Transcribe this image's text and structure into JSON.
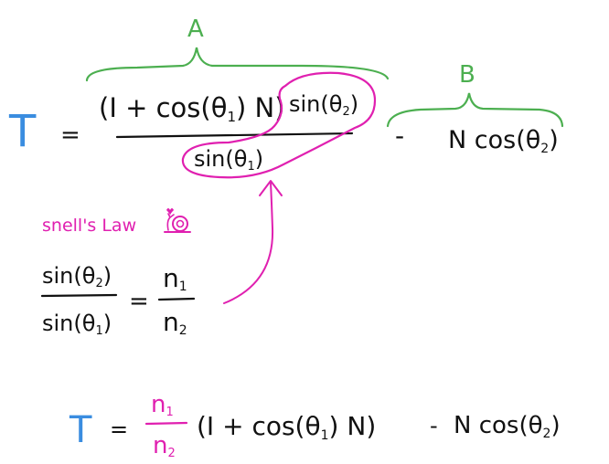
{
  "colors": {
    "ink": "#111111",
    "blue": "#3a8de0",
    "green": "#4caf50",
    "magenta": "#e020b0"
  },
  "equation_top": {
    "lhs": "T",
    "equals": "=",
    "numerator_part_a": "(I + cos(θ",
    "numerator_sub_a": "1",
    "numerator_part_b": ") N)",
    "numerator_sin_a": "sin(θ",
    "numerator_sub_b": "2",
    "numerator_part_c": ")",
    "denominator_a": "sin(θ",
    "denominator_sub": "1",
    "denominator_b": ")",
    "minus": "-",
    "term_b_a": "N cos(θ",
    "term_b_sub": "2",
    "term_b_b": ")",
    "brace_label_a": "A",
    "brace_label_b": "B"
  },
  "snell": {
    "label": "snell's Law",
    "icon": "snail-icon",
    "lhs_num_a": "sin(θ",
    "lhs_num_sub": "2",
    "lhs_num_b": ")",
    "lhs_den_a": "sin(θ",
    "lhs_den_sub": "1",
    "lhs_den_b": ")",
    "equals": "=",
    "rhs_num_a": "n",
    "rhs_num_sub": "1",
    "rhs_den_a": "n",
    "rhs_den_sub": "2"
  },
  "equation_bottom": {
    "lhs": "T",
    "equals": "=",
    "frac_num_a": "n",
    "frac_num_sub": "1",
    "frac_den_a": "n",
    "frac_den_sub": "2",
    "paren_a": "(I + cos(θ",
    "paren_sub": "1",
    "paren_b": ") N)",
    "minus": "-",
    "term_a": "N cos(θ",
    "term_sub": "2",
    "term_b": ")"
  }
}
